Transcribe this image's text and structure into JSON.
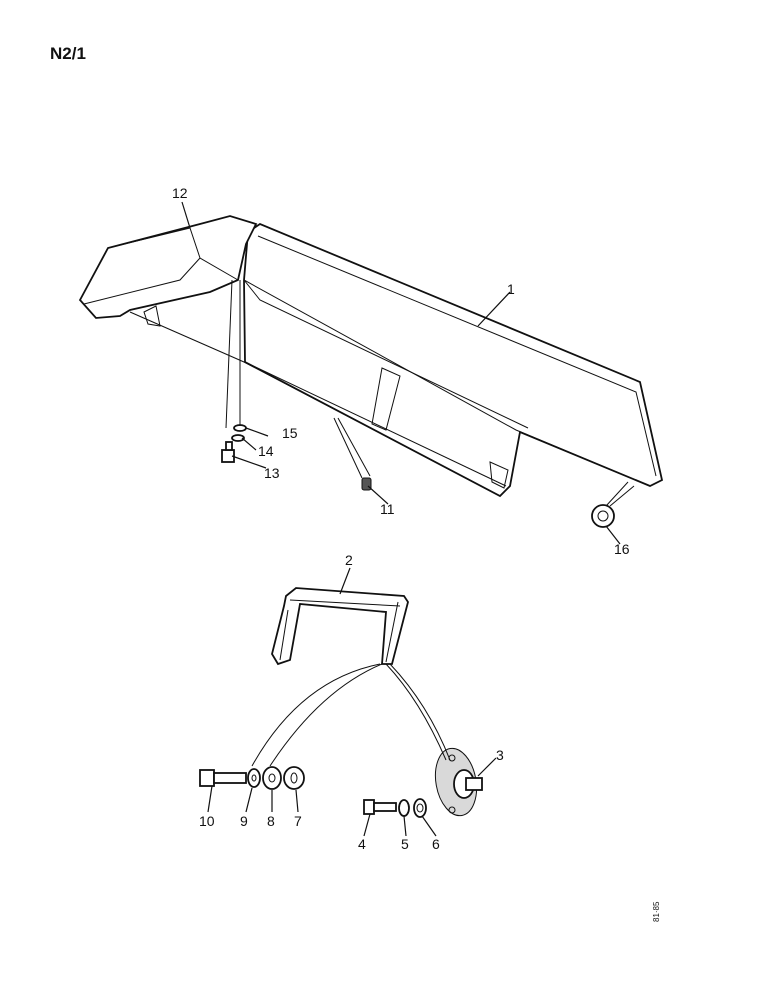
{
  "page_code": "N2/1",
  "side_code": "81·85",
  "callouts": [
    "1",
    "2",
    "3",
    "4",
    "5",
    "6",
    "7",
    "8",
    "9",
    "10",
    "11",
    "12",
    "13",
    "14",
    "15",
    "16"
  ]
}
